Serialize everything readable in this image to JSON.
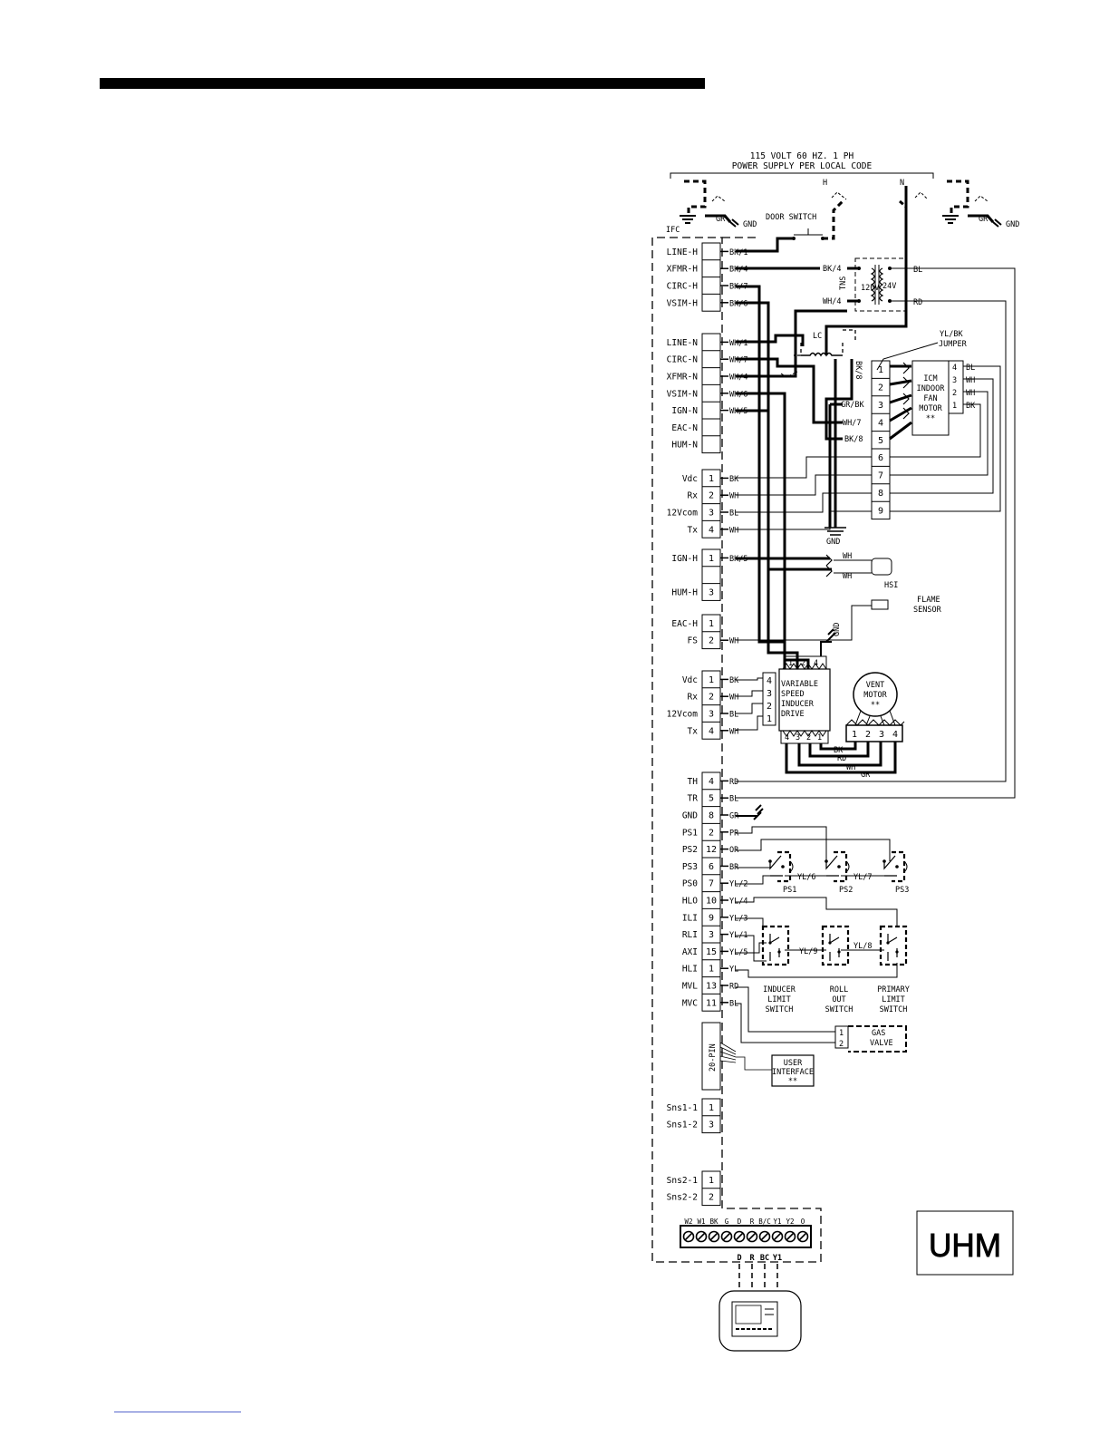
{
  "power_supply": {
    "line1": "115 VOLT 60 HZ. 1 PH",
    "line2": "POWER SUPPLY PER LOCAL CODE",
    "h": "H",
    "n": "N"
  },
  "gnd": "GND",
  "gr": "GR",
  "ifc": "IFC",
  "door_switch": "DOOR SWITCH",
  "tns": "TNS",
  "v120": "120V",
  "v24": "24V",
  "lc": "LC",
  "jumper": [
    "YL/BK",
    "JUMPER"
  ],
  "icm": [
    "ICM",
    "INDOOR",
    "FAN",
    "MOTOR",
    "**"
  ],
  "hsi": "HSI",
  "flame_sensor": [
    "FLAME",
    "SENSOR"
  ],
  "inducer": [
    "VARIABLE",
    "SPEED",
    "INDUCER",
    "DRIVE"
  ],
  "vent_motor": [
    "VENT",
    "MOTOR",
    "**"
  ],
  "ps_labels": [
    "PS1",
    "PS2",
    "PS3"
  ],
  "limit_labels": [
    [
      "INDUCER",
      "LIMIT",
      "SWITCH"
    ],
    [
      "ROLL",
      "OUT",
      "SWITCH"
    ],
    [
      "PRIMARY",
      "LIMIT",
      "SWITCH"
    ]
  ],
  "gas_valve": [
    "GAS",
    "VALVE"
  ],
  "user_interface": [
    "USER",
    "INTERFACE",
    "**"
  ],
  "twenty_pin": "20-PIN",
  "uhm": "UHM",
  "groups": [
    {
      "rows": [
        {
          "label": "LINE-H",
          "pin": "",
          "wire": "BK/1"
        },
        {
          "label": "XFMR-H",
          "pin": "",
          "wire": "BK/4"
        },
        {
          "label": "CIRC-H",
          "pin": "",
          "wire": "BK/7"
        },
        {
          "label": "VSIM-H",
          "pin": "",
          "wire": "BK/6"
        }
      ]
    },
    {
      "rows": [
        {
          "label": "LINE-N",
          "pin": "",
          "wire": "WH/1"
        },
        {
          "label": "CIRC-N",
          "pin": "",
          "wire": "WH/7"
        },
        {
          "label": "XFMR-N",
          "pin": "",
          "wire": "WH/4"
        },
        {
          "label": "VSIM-N",
          "pin": "",
          "wire": "WH/6"
        },
        {
          "label": "IGN-N",
          "pin": "",
          "wire": "WH/5"
        },
        {
          "label": "EAC-N",
          "pin": "",
          "wire": ""
        },
        {
          "label": "HUM-N",
          "pin": "",
          "wire": ""
        }
      ]
    },
    {
      "rows": [
        {
          "label": "Vdc",
          "pin": "1",
          "wire": "BK"
        },
        {
          "label": "Rx",
          "pin": "2",
          "wire": "WH"
        },
        {
          "label": "12Vcom",
          "pin": "3",
          "wire": "BL"
        },
        {
          "label": "Tx",
          "pin": "4",
          "wire": "WH"
        }
      ]
    },
    {
      "rows": [
        {
          "label": "IGN-H",
          "pin": "1",
          "wire": "BK/5"
        },
        {
          "label": "",
          "pin": "",
          "wire": ""
        },
        {
          "label": "HUM-H",
          "pin": "3",
          "wire": ""
        }
      ]
    },
    {
      "rows": [
        {
          "label": "EAC-H",
          "pin": "1",
          "wire": ""
        },
        {
          "label": "FS",
          "pin": "2",
          "wire": "WH"
        }
      ]
    },
    {
      "rows": [
        {
          "label": "Vdc",
          "pin": "1",
          "wire": "BK"
        },
        {
          "label": "Rx",
          "pin": "2",
          "wire": "WH"
        },
        {
          "label": "12Vcom",
          "pin": "3",
          "wire": "BL"
        },
        {
          "label": "Tx",
          "pin": "4",
          "wire": "WH"
        }
      ]
    },
    {
      "rows": [
        {
          "label": "TH",
          "pin": "4",
          "wire": "RD"
        },
        {
          "label": "TR",
          "pin": "5",
          "wire": "BL"
        },
        {
          "label": "GND",
          "pin": "8",
          "wire": "GR"
        },
        {
          "label": "PS1",
          "pin": "2",
          "wire": "PR"
        },
        {
          "label": "PS2",
          "pin": "12",
          "wire": "OR"
        },
        {
          "label": "PS3",
          "pin": "6",
          "wire": "BR"
        },
        {
          "label": "PS0",
          "pin": "7",
          "wire": "YL/2"
        },
        {
          "label": "HLO",
          "pin": "10",
          "wire": "YL/4"
        },
        {
          "label": "ILI",
          "pin": "9",
          "wire": "YL/3"
        },
        {
          "label": "RLI",
          "pin": "3",
          "wire": "YL/1"
        },
        {
          "label": "AXI",
          "pin": "15",
          "wire": "YL/5"
        },
        {
          "label": "HLI",
          "pin": "1",
          "wire": "YL"
        },
        {
          "label": "MVL",
          "pin": "13",
          "wire": "RD"
        },
        {
          "label": "MVC",
          "pin": "11",
          "wire": "BL"
        }
      ]
    },
    {
      "rows": [
        {
          "label": "Sns1-1",
          "pin": "1",
          "wire": ""
        },
        {
          "label": "Sns1-2",
          "pin": "3",
          "wire": ""
        }
      ]
    },
    {
      "rows": [
        {
          "label": "Sns2-1",
          "pin": "1",
          "wire": ""
        },
        {
          "label": "Sns2-2",
          "pin": "2",
          "wire": ""
        }
      ]
    }
  ],
  "strip_wires": [
    {
      "label": "BK/4"
    },
    {
      "label": "WH/4"
    },
    {
      "label": "GR/BK"
    },
    {
      "label": "WH/7"
    },
    {
      "label": "BK/8"
    }
  ],
  "motor_wires": [
    "BL",
    "WH",
    "WH",
    "BK"
  ],
  "inducer_wires": [
    "BK",
    "RD",
    "WH",
    "GR"
  ],
  "wire_labels": {
    "bl": "BL",
    "rd": "RD",
    "yl6": "YL/6",
    "yl7": "YL/7",
    "yl9": "YL/9",
    "yl8": "YL/8",
    "bk8": "BK/8"
  },
  "terminal_block": {
    "terminals": [
      "W2",
      "W1",
      "BK",
      "G",
      "D",
      "R",
      "B/C",
      "Y1",
      "Y2",
      "O"
    ],
    "thermostat_leads": [
      "D",
      "R",
      "BC",
      "Y1"
    ]
  }
}
